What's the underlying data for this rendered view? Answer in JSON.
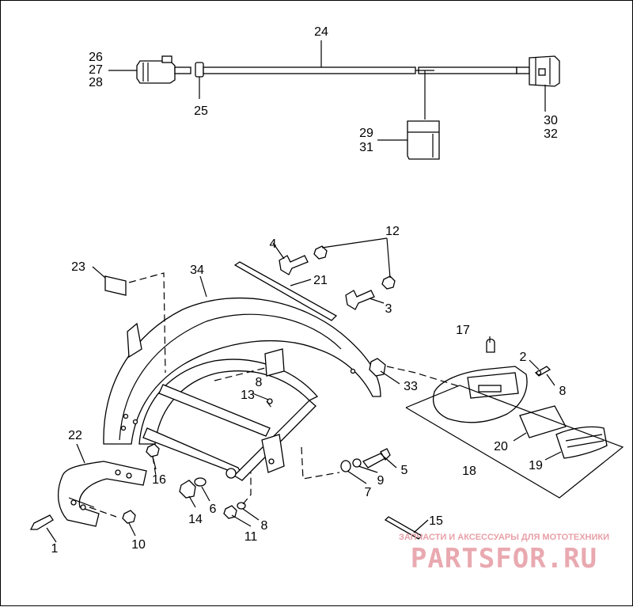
{
  "diagram": {
    "callouts": {
      "c1": "1",
      "c2": "2",
      "c3": "3",
      "c4": "4",
      "c5": "5",
      "c6": "6",
      "c7": "7",
      "c8a": "8",
      "c8b": "8",
      "c8c": "8",
      "c9": "9",
      "c10": "10",
      "c11": "11",
      "c12": "12",
      "c13": "13",
      "c14": "14",
      "c15": "15",
      "c16": "16",
      "c17": "17",
      "c18": "18",
      "c19": "19",
      "c20": "20",
      "c21": "21",
      "c22": "22",
      "c23": "23",
      "c24": "24",
      "c25": "25",
      "c26": "26",
      "c27": "27",
      "c28": "28",
      "c29": "29",
      "c30": "30",
      "c31": "31",
      "c32": "32",
      "c33": "33",
      "c34": "34"
    }
  },
  "watermark": {
    "tagline": "ЗАПЧАСТИ И АКСЕССУАРЫ ДЛЯ МОТОТЕХНИКИ",
    "logo": "PARTSFOR.RU",
    "color": "#e9a9b0"
  }
}
